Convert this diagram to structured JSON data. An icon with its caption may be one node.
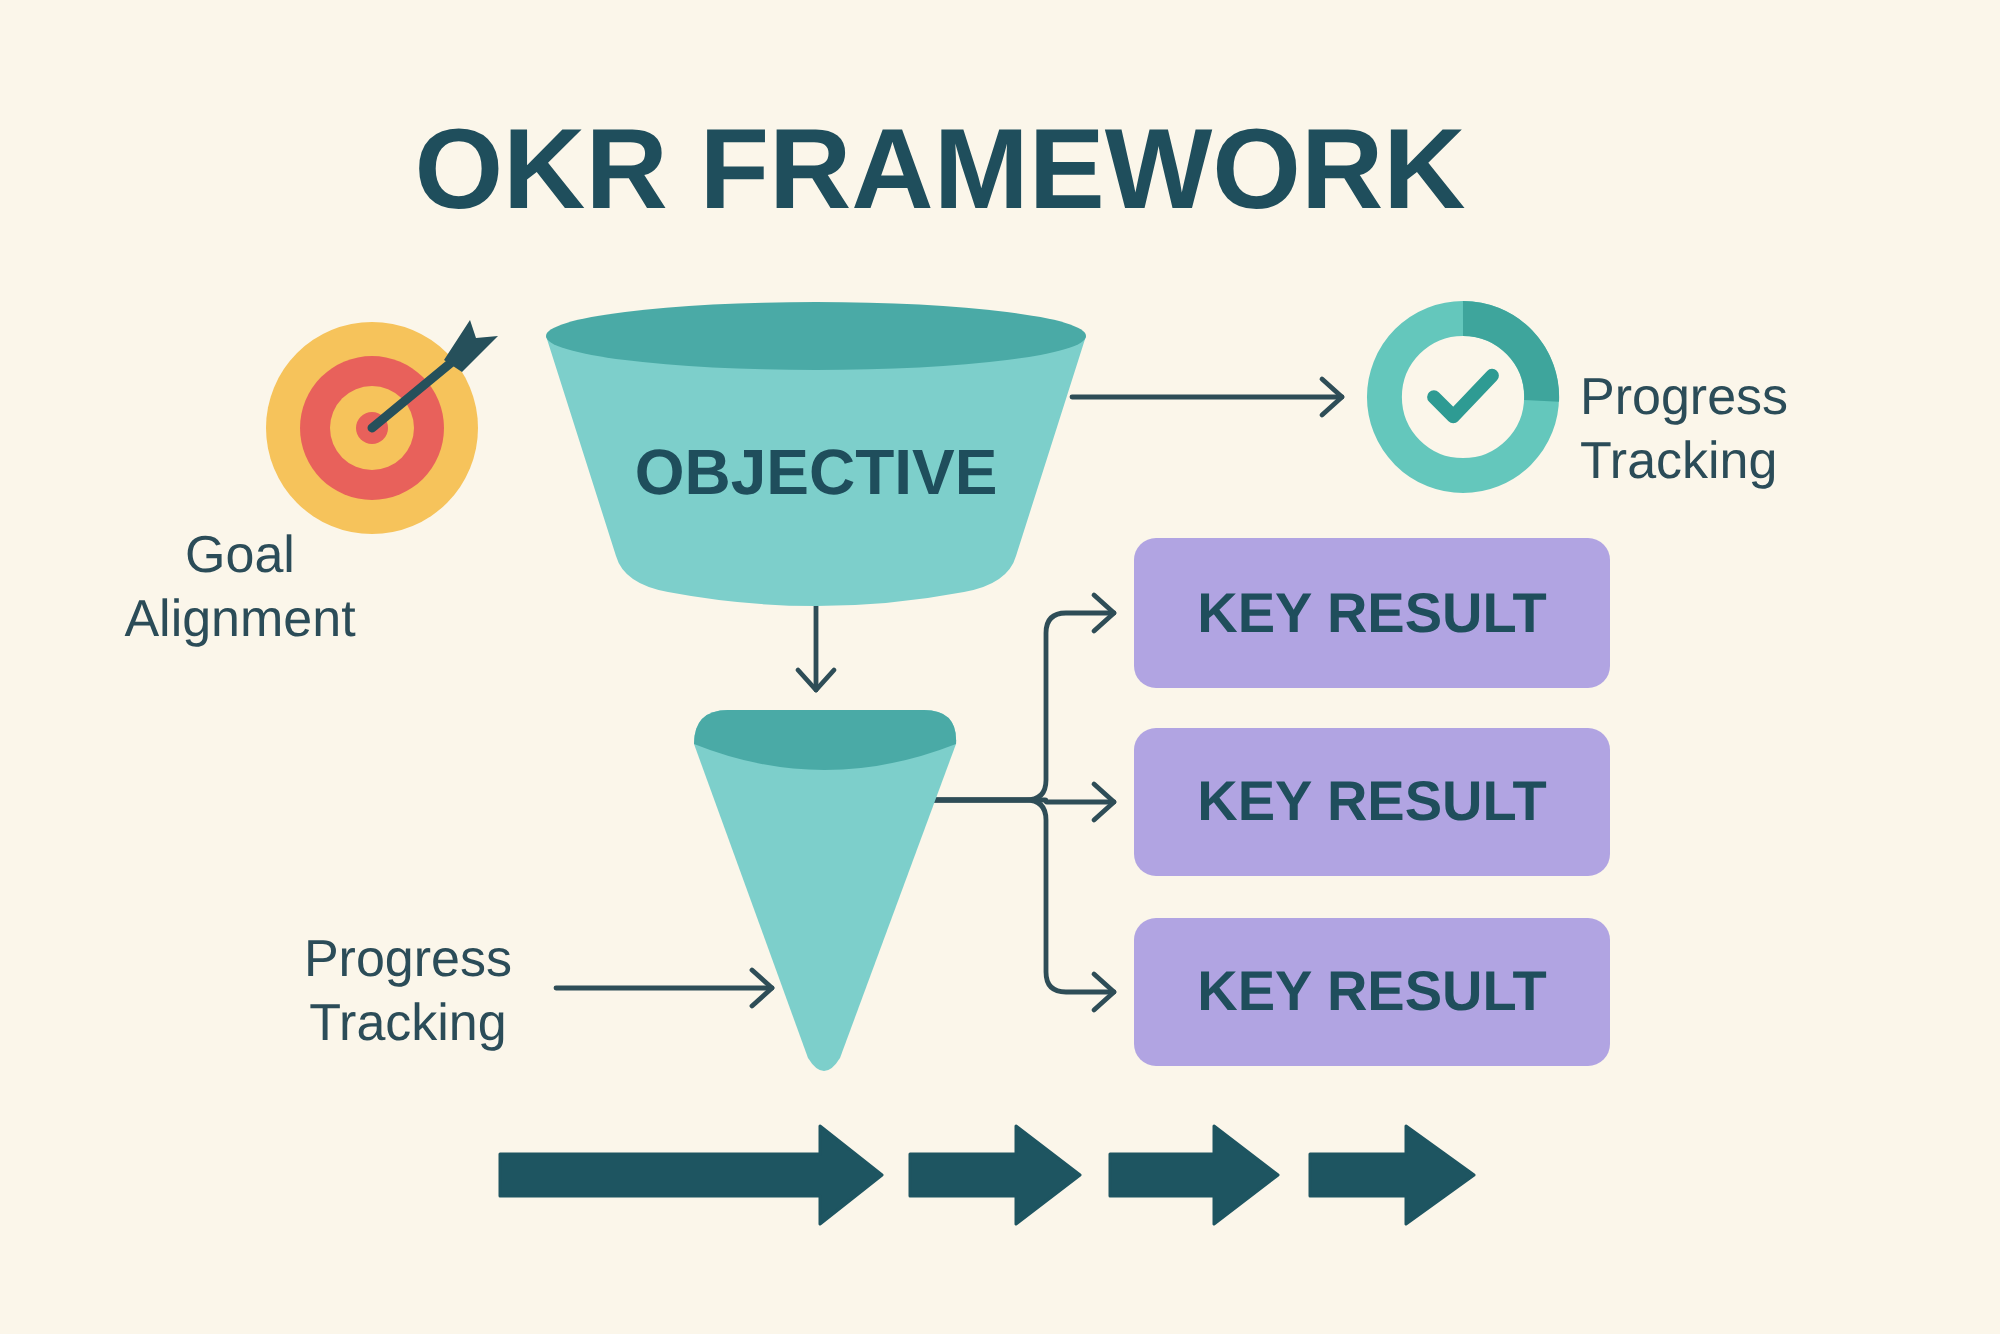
{
  "diagram": {
    "title": "OKR FRAMEWORK",
    "nodes": [
      {
        "text": [
          "OBJECTIVE"
        ]
      },
      {
        "text": [],
        "shape": "circle",
        "beside": [
          "Progress Tracking"
        ]
      },
      {
        "text": [],
        "shape": "cone"
      },
      {
        "text": [
          "KEY RESULT"
        ]
      },
      {
        "text": [
          "KEY RESULT"
        ]
      },
      {
        "text": [
          "KEY RESULT"
        ]
      },
      {
        "text": [
          "Progress Tracking"
        ]
      }
    ],
    "edges": [
      {
        "from": 0,
        "to": 1,
        "arrow": "to"
      },
      {
        "from": 0,
        "to": 2,
        "arrow": "to"
      },
      {
        "from": 2,
        "to": 3,
        "arrow": "to"
      },
      {
        "from": 2,
        "to": 4,
        "arrow": "to"
      },
      {
        "from": 2,
        "to": 5,
        "arrow": "to"
      },
      {
        "from": 6,
        "to": 2,
        "arrow": "to"
      }
    ],
    "labels": [
      "Goal Alignment"
    ]
  }
}
